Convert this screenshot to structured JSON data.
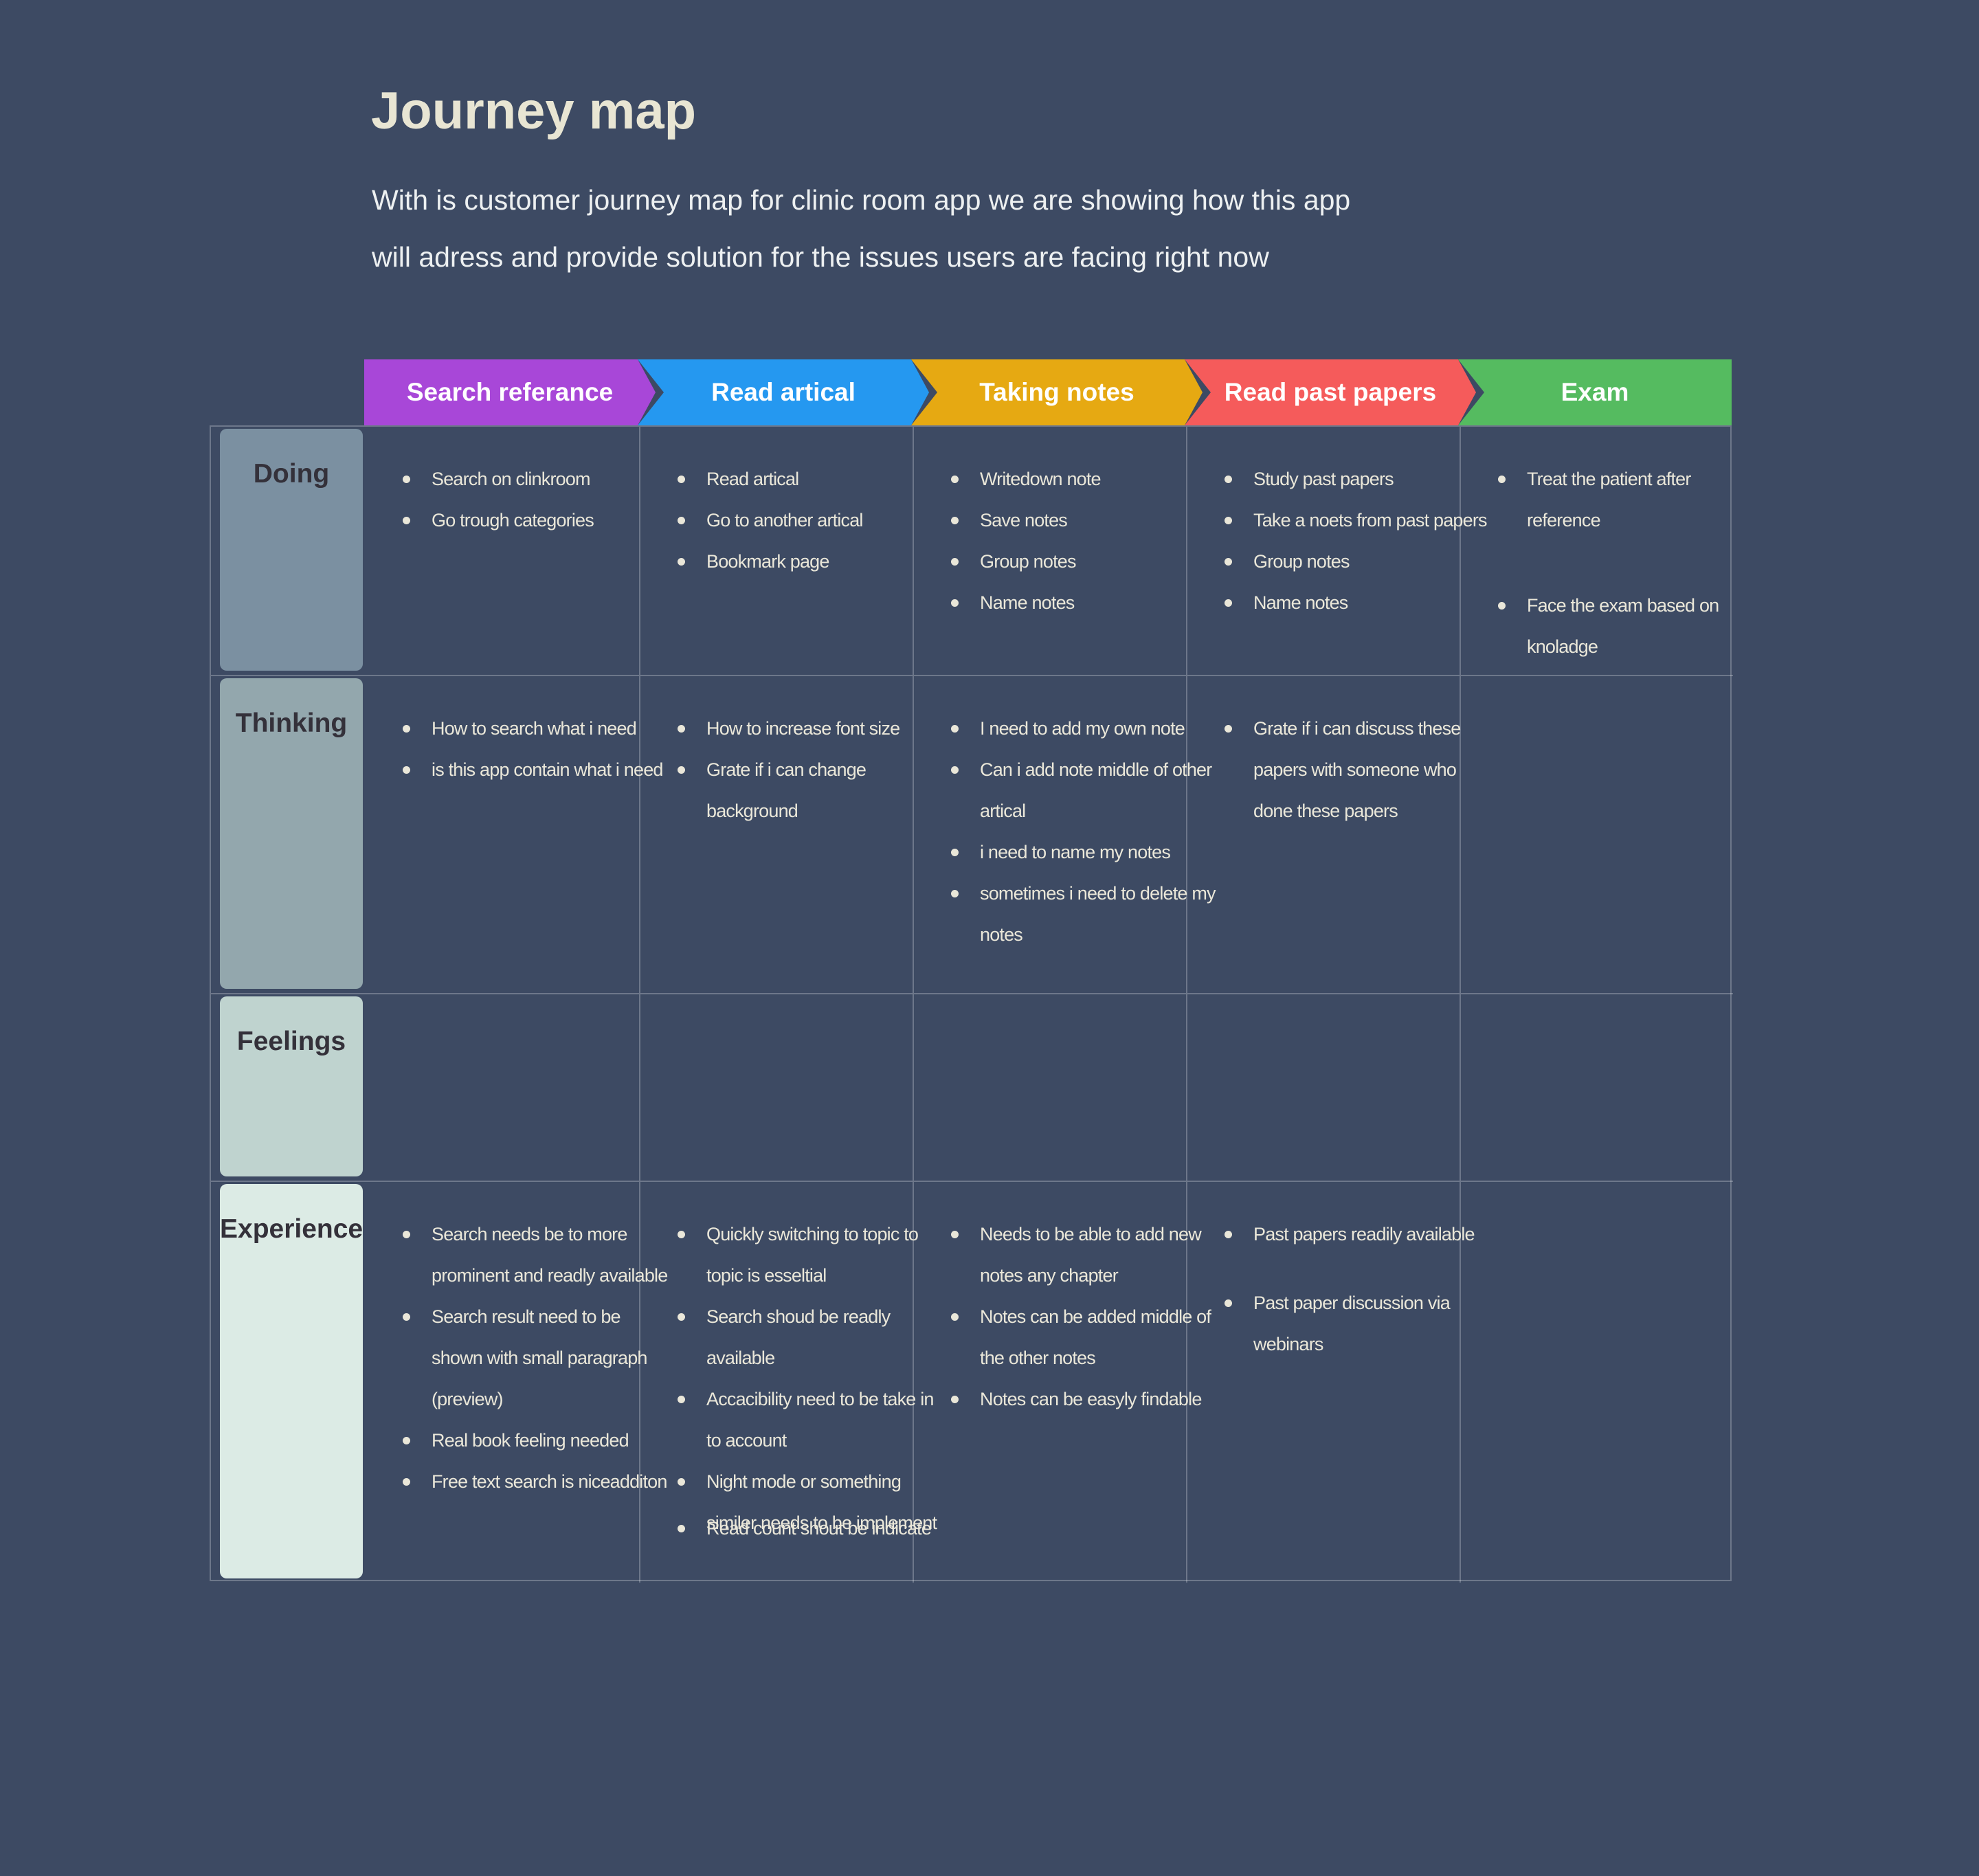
{
  "page": {
    "title": "Journey map",
    "subtitle_line1": "With is customer journey map for clinic room app we are showing how this app",
    "subtitle_line2": "will adress and provide solution for the issues users are facing right now"
  },
  "colors": {
    "background": "#3d4a63",
    "grid_line": "rgba(255,255,255,0.25)",
    "bullet_text": "#eae7d9",
    "title_text": "#e8e5d3",
    "header_text": "#ffffff",
    "row_label_text": "#34313a"
  },
  "stages": [
    {
      "label": "Search referance",
      "color": "#a847d8"
    },
    {
      "label": "Read artical",
      "color": "#2598f0"
    },
    {
      "label": "Taking notes",
      "color": "#e6a912"
    },
    {
      "label": "Read past papers",
      "color": "#f55b5b"
    },
    {
      "label": "Exam",
      "color": "#55bb60"
    }
  ],
  "rows": [
    {
      "label": "Doing",
      "color": "#7b90a1"
    },
    {
      "label": "Thinking",
      "color": "#93a7ad"
    },
    {
      "label": "Feelings",
      "color": "#bfd3cf"
    },
    {
      "label": "Experience",
      "color": "#dcebe5"
    }
  ],
  "cells": {
    "doing": [
      [
        "Search on clinkroom",
        "Go trough categories"
      ],
      [
        "Read artical",
        "Go to another artical",
        "Bookmark page"
      ],
      [
        "Writedown note",
        "Save notes",
        "Group notes",
        "Name notes"
      ],
      [
        "Study past papers",
        "Take a noets from past papers",
        "Group notes",
        "Name notes"
      ],
      [
        "Treat the patient after reference",
        "Face the exam based on knoladge"
      ]
    ],
    "thinking": [
      [
        "How to search what i need",
        "is this app contain what i need"
      ],
      [
        "How to increase font size",
        "Grate if i can change background"
      ],
      [
        "I need to add my own note",
        "Can i add note middle of other artical",
        "i need to name my notes",
        "sometimes i need to delete my notes"
      ],
      [
        "Grate if i can discuss these papers with someone who  done these papers"
      ],
      []
    ],
    "feelings": [
      [],
      [],
      [],
      [],
      []
    ],
    "experience": [
      [
        "Search needs be to more prominent and readly available",
        "Search result need to be shown with small paragraph (preview)",
        "Real book feeling needed",
        "Free text search is niceadditon"
      ],
      [
        "Quickly switching to topic to topic is esseltial",
        "Search shoud be readly available",
        "Accacibility need to be take in to account",
        "Night mode or something similer needs to be implement",
        "Read count shout be indicate"
      ],
      [
        "Needs to be able to add new notes any chapter",
        "Notes can be added middle of the other notes",
        "Notes can be easyly findable"
      ],
      [
        "Past papers readily available",
        "Past paper discussion via webinars"
      ],
      []
    ]
  }
}
